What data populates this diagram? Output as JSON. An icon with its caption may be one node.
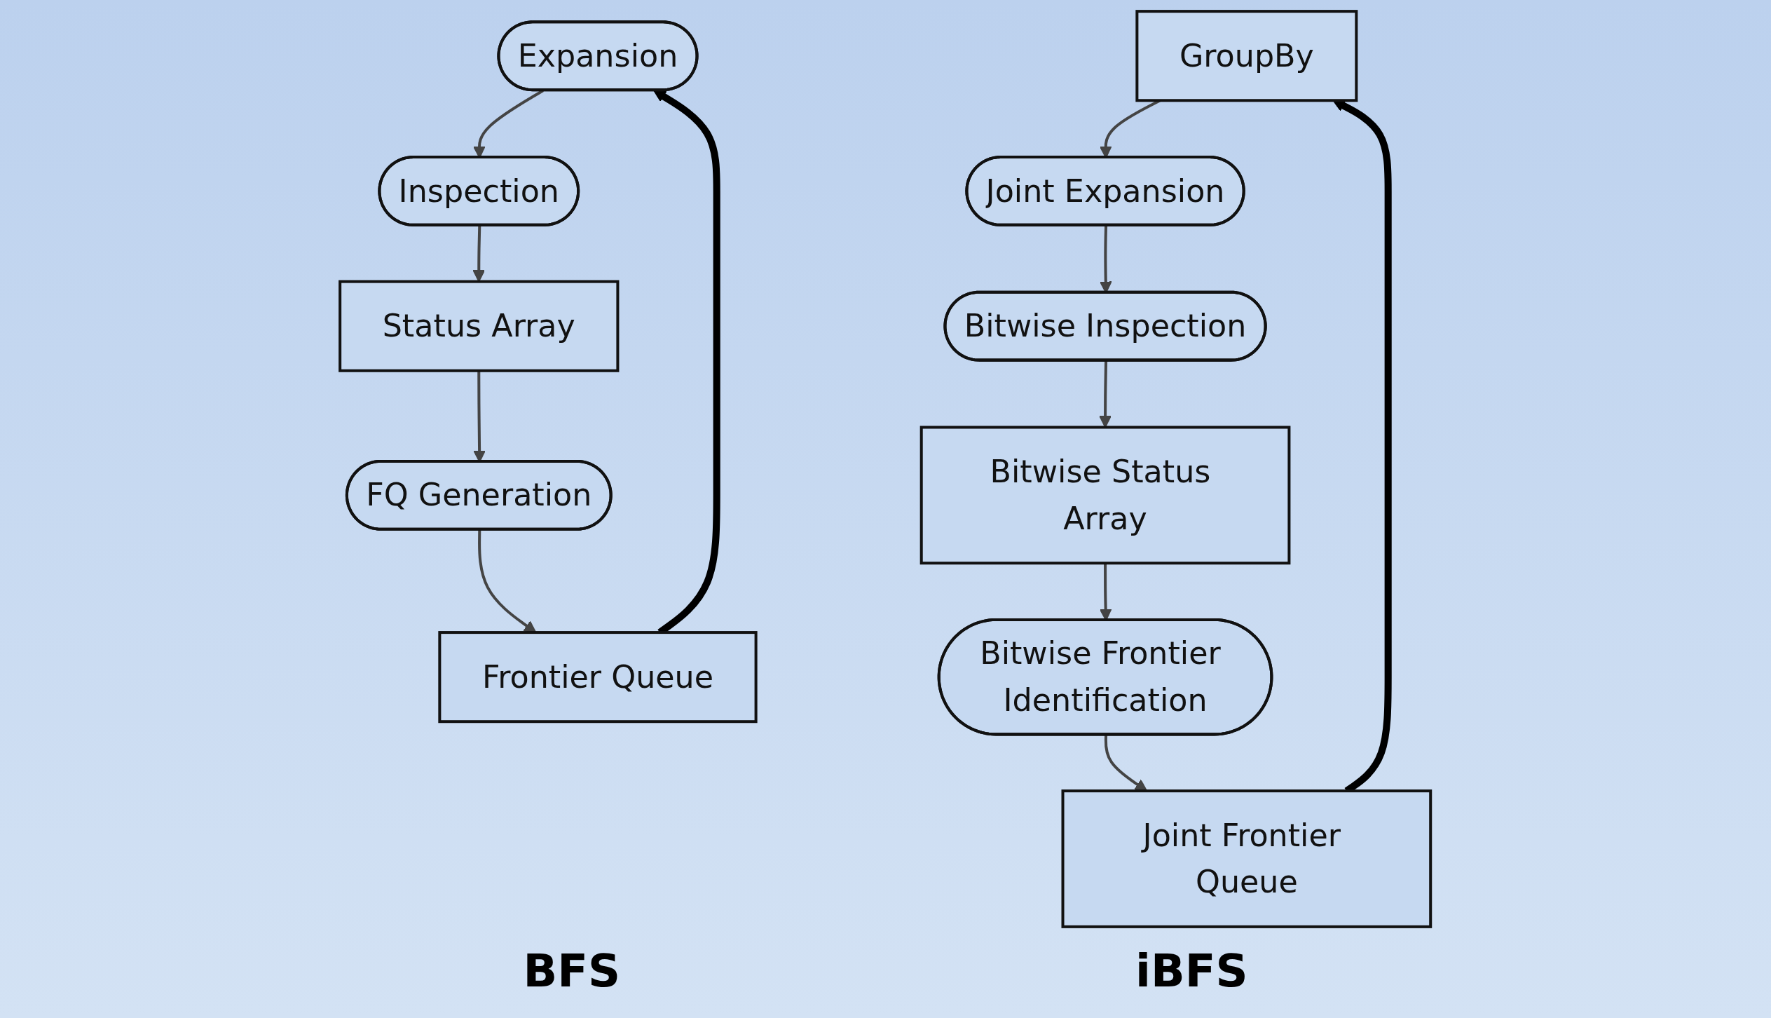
{
  "diagram": {
    "nodes": [
      {
        "text": [
          "Expansion"
        ]
      },
      {
        "text": [
          "Inspection"
        ]
      },
      {
        "text": [
          "Status Array"
        ]
      },
      {
        "text": [
          "FQ Generation"
        ]
      },
      {
        "text": [
          "Frontier Queue"
        ]
      },
      {
        "text": [
          "GroupBy"
        ]
      },
      {
        "text": [
          "Joint Expansion"
        ]
      },
      {
        "text": [
          "Bitwise Inspection"
        ]
      },
      {
        "text": [
          "Bitwise Status Array"
        ]
      },
      {
        "text": [
          "Bitwise Frontier Identification"
        ]
      },
      {
        "text": [
          "Joint Frontier Queue"
        ]
      }
    ],
    "edges": [
      {
        "from": 0,
        "to": 1,
        "arrow": "to"
      },
      {
        "from": 1,
        "to": 2,
        "arrow": "to"
      },
      {
        "from": 2,
        "to": 3,
        "arrow": "to"
      },
      {
        "from": 3,
        "to": 4,
        "arrow": "to"
      },
      {
        "from": 4,
        "to": 0,
        "arrow": "to",
        "style": "thick",
        "color": "#000000"
      },
      {
        "from": 5,
        "to": 6,
        "arrow": "to"
      },
      {
        "from": 6,
        "to": 7,
        "arrow": "to"
      },
      {
        "from": 7,
        "to": 8,
        "arrow": "to"
      },
      {
        "from": 8,
        "to": 9,
        "arrow": "to"
      },
      {
        "from": 9,
        "to": 10,
        "arrow": "to"
      },
      {
        "from": 10,
        "to": 5,
        "arrow": "to",
        "style": "thick",
        "color": "#000000"
      }
    ],
    "labels": [
      "BFS",
      "iBFS"
    ]
  }
}
